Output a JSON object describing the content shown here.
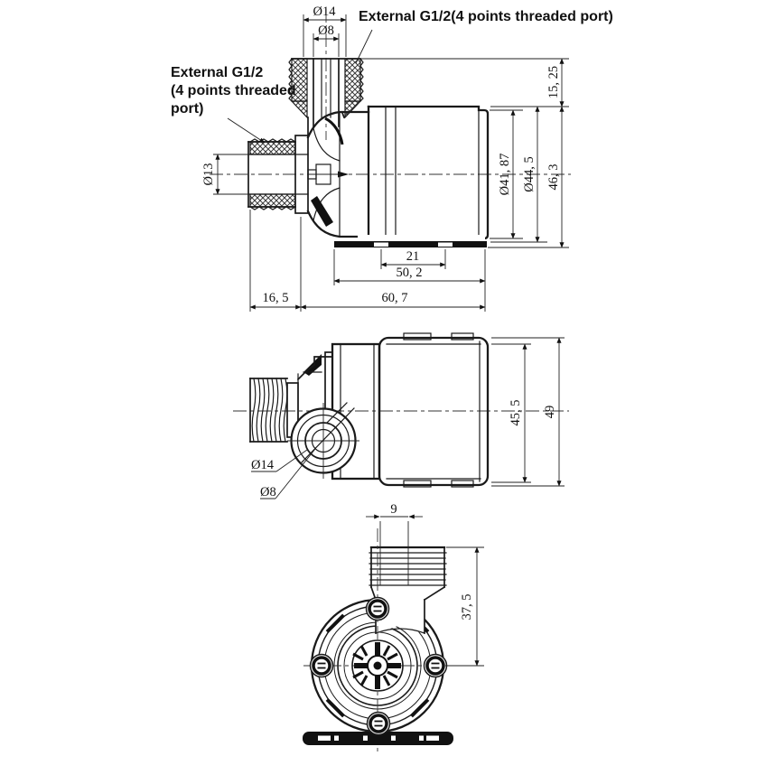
{
  "labels": {
    "top_port_note": "External G1/2(4 points threaded port)",
    "left_port_note_line1": "External G1/2",
    "left_port_note_line2": "(4 points threaded",
    "left_port_note_line3": "port)"
  },
  "top_view": {
    "phi14": "Ø14",
    "phi8": "Ø8",
    "phi13": "Ø13",
    "h15_25": "15, 25",
    "h46_3": "46, 3",
    "phi44_5": "Ø44, 5",
    "phi41_87": "Ø41, 87",
    "w21": "21",
    "w50_2": "50, 2",
    "w16_5": "16, 5",
    "w60_7": "60, 7"
  },
  "side_view": {
    "h45_5": "45, 5",
    "h49": "49",
    "phi14": "Ø14",
    "phi8": "Ø8"
  },
  "front_view": {
    "w9": "9",
    "h37_5": "37, 5"
  }
}
